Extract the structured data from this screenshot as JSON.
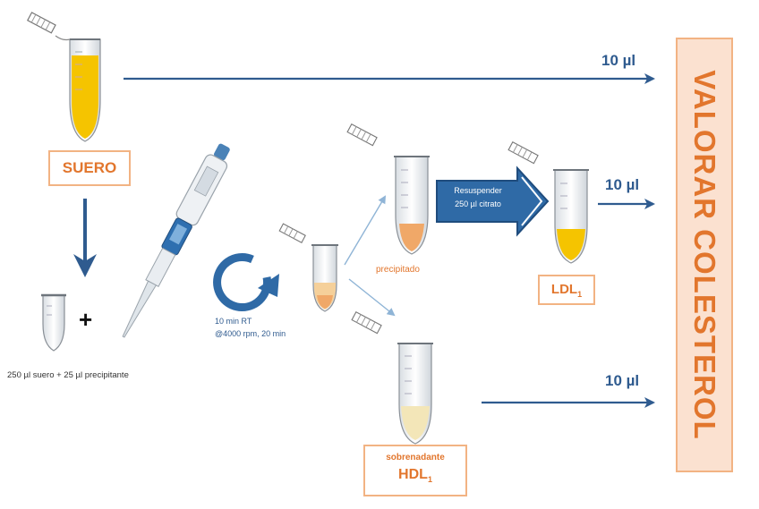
{
  "labels": {
    "suero": "SUERO",
    "precipitado": "precipitado",
    "ldl": "LDL",
    "ldl_sub": "1",
    "sobrenadante": "sobrenadante",
    "hdl": "HDL",
    "hdl_sub": "1",
    "valorar": "VALORAR COLESTEROL"
  },
  "volumes": {
    "top": "10 µl",
    "middle": "10 µl",
    "bottom": "10 µl"
  },
  "steps": {
    "mix_plus": "+",
    "mix_caption": "250 µl suero  +  25 µl precipitante",
    "incubate_line1": "10 min RT",
    "incubate_line2": "@4000 rpm, 20 min",
    "resuspend_line1": "Resuspender",
    "resuspend_line2": "250 µl citrato"
  },
  "colors": {
    "orange_border": "#f2b383",
    "orange_text": "#e2762d",
    "arrow_blue": "#2f5b8f",
    "yellow": "#f5c400",
    "peach": "#f0a868",
    "valorar_fill": "#fbe1d0"
  }
}
